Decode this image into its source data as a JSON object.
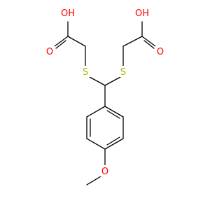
{
  "molecule": {
    "atoms": {
      "o_left_hydroxyl": {
        "label": "OH",
        "element": "O",
        "color": "#ff0000"
      },
      "o_left_carbonyl": {
        "label": "O",
        "element": "O",
        "color": "#ff0000"
      },
      "s_left": {
        "label": "S",
        "element": "S",
        "color": "#b2b200"
      },
      "s_right": {
        "label": "S",
        "element": "S",
        "color": "#b2b200"
      },
      "o_right_hydroxyl": {
        "label": "OH",
        "element": "O",
        "color": "#ff0000"
      },
      "o_right_carbonyl": {
        "label": "O",
        "element": "O",
        "color": "#ff0000"
      },
      "o_methoxy": {
        "label": "O",
        "element": "O",
        "color": "#ff0000"
      }
    },
    "bond_color": "#000000"
  }
}
